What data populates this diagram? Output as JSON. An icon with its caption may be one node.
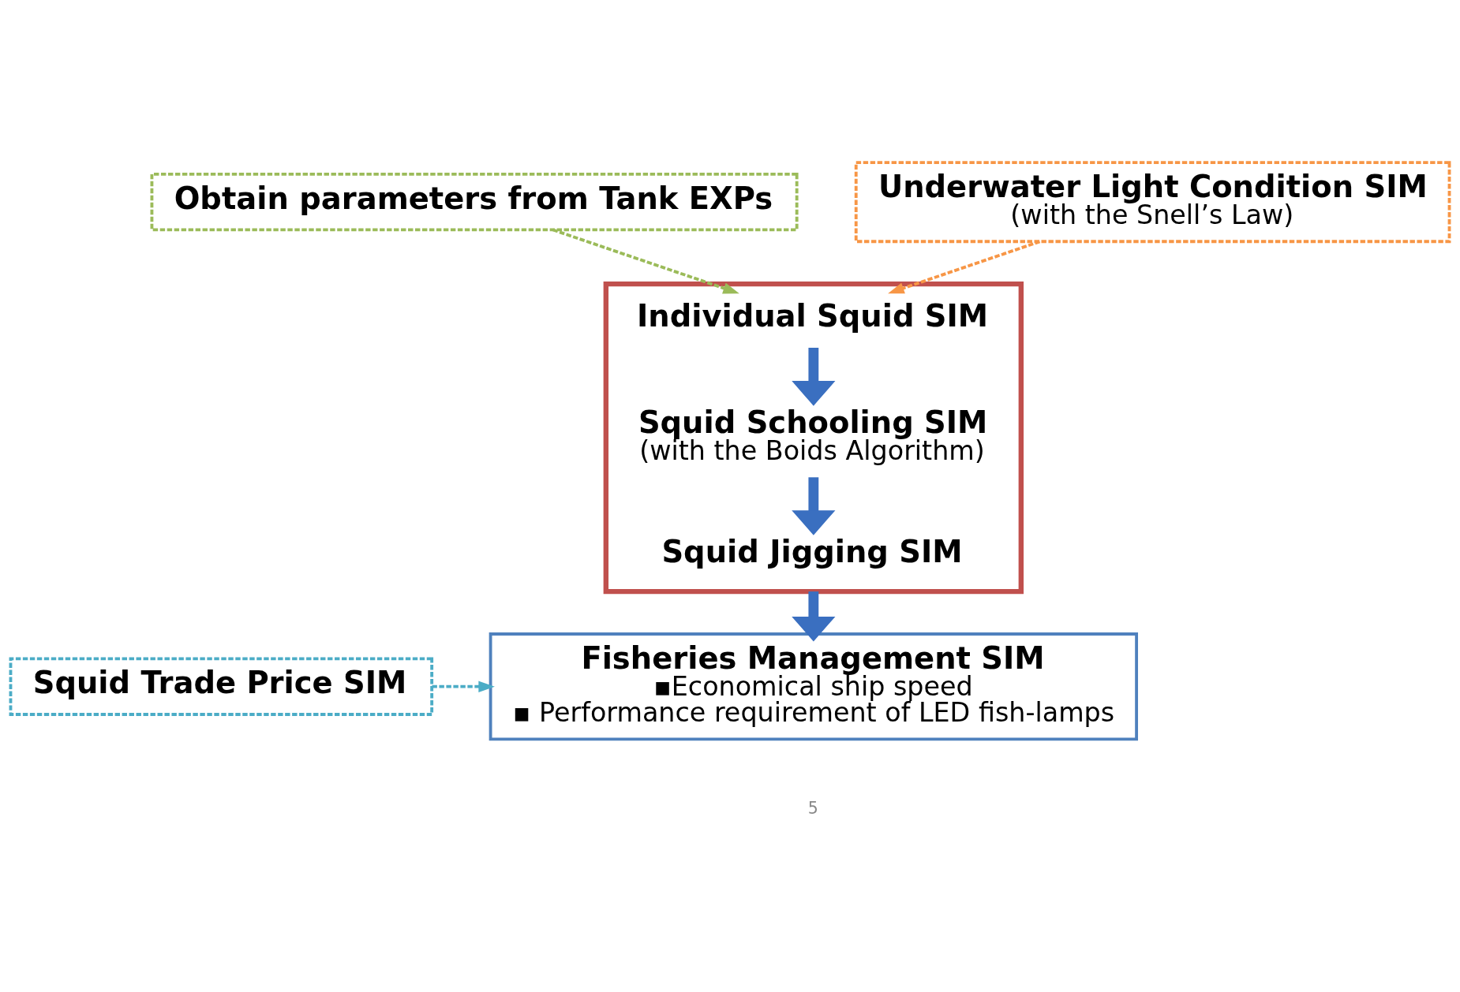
{
  "diagram": {
    "nodes": [
      {
        "text": [],
        "shape": "box"
      },
      {
        "text": [
          "Individual Squid SIM"
        ],
        "in": 0
      },
      {
        "text": [
          "Squid Schooling SIM",
          "(with the Boids Algorithm)"
        ],
        "in": 0
      },
      {
        "text": [
          "Squid Jigging SIM"
        ],
        "in": 0
      },
      {
        "text": [
          "Obtain parameters from Tank EXPs"
        ]
      },
      {
        "text": [
          "Underwater Light Condition SIM",
          "(with the Snell’s Law)"
        ]
      },
      {
        "text": [
          "Fisheries Management SIM",
          "▪Economical ship speed",
          "▪ Performance requirement of LED fish-lamps"
        ]
      },
      {
        "text": [
          "Squid Trade Price SIM"
        ]
      }
    ],
    "edges": [
      {
        "from": 1,
        "to": 2,
        "arrow": "to",
        "style": "thick",
        "color": "#3a6fc0"
      },
      {
        "from": 2,
        "to": 3,
        "arrow": "to",
        "style": "thick",
        "color": "#3a6fc0"
      },
      {
        "from": 0,
        "to": 6,
        "arrow": "to",
        "style": "thick",
        "color": "#3a6fc0"
      },
      {
        "from": 4,
        "to": 1,
        "arrow": "to",
        "style": "dashed",
        "color": "#9bbb59"
      },
      {
        "from": 5,
        "to": 1,
        "arrow": "to",
        "style": "dashed",
        "color": "#f79646"
      },
      {
        "from": 7,
        "to": 6,
        "arrow": "to",
        "style": "dashed",
        "color": "#4bacc6"
      }
    ],
    "labels": [
      "5"
    ]
  }
}
